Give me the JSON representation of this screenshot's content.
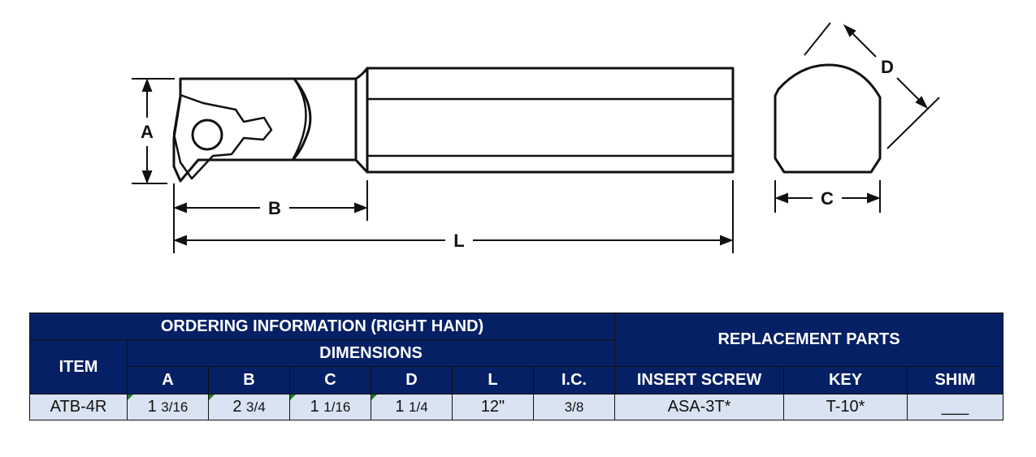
{
  "drawing": {
    "labels": {
      "a": "A",
      "b": "B",
      "l": "L",
      "c": "C",
      "d": "D"
    }
  },
  "table": {
    "title": "ORDERING INFORMATION (RIGHT HAND)",
    "replacement_title": "REPLACEMENT PARTS",
    "item_header": "ITEM",
    "dimensions_header": "DIMENSIONS",
    "dim_headers": [
      "A",
      "B",
      "C",
      "D",
      "L",
      "I.C."
    ],
    "part_headers": [
      "INSERT SCREW",
      "KEY",
      "SHIM"
    ],
    "row": {
      "item": "ATB-4R",
      "a_whole": "1",
      "a_frac": "3/16",
      "b_whole": "2",
      "b_frac": "3/4",
      "c_whole": "1",
      "c_frac": "1/16",
      "d_whole": "1",
      "d_frac": "1/4",
      "l": "12\"",
      "ic": "3/8",
      "insert_screw": "ASA-3T*",
      "key": "T-10*",
      "shim": "___"
    },
    "colors": {
      "header_bg": "#062065",
      "data_bg": "#d9e3f1",
      "marker": "#1f7a2a"
    }
  }
}
